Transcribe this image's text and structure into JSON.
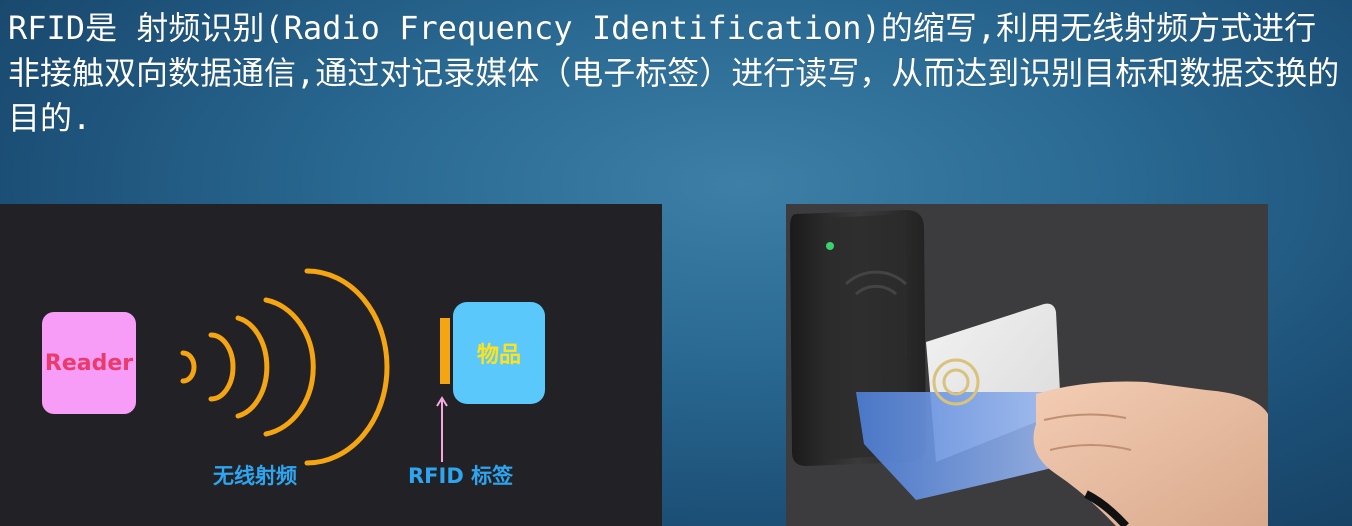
{
  "intro": {
    "text": "RFID是 射频识别(Radio Frequency Identification)的缩写,利用无线射频方式进行非接触双向数据通信,通过对记录媒体（电子标签）进行读写，从而达到识别目标和数据交换的目的."
  },
  "diagram": {
    "reader_label": "Reader",
    "item_label": "物品",
    "wireless_label": "无线射频",
    "tag_label": "RFID 标签",
    "colors": {
      "reader_box": "#f79cf7",
      "reader_text": "#e93b6c",
      "waves": "#f5a511",
      "item_box": "#5ac8fa",
      "item_text": "#ffe21c",
      "captions": "#2ea5f0",
      "arrow": "#f7a7e0"
    }
  },
  "photo": {
    "icon": "rfid-reader-card-photo"
  }
}
